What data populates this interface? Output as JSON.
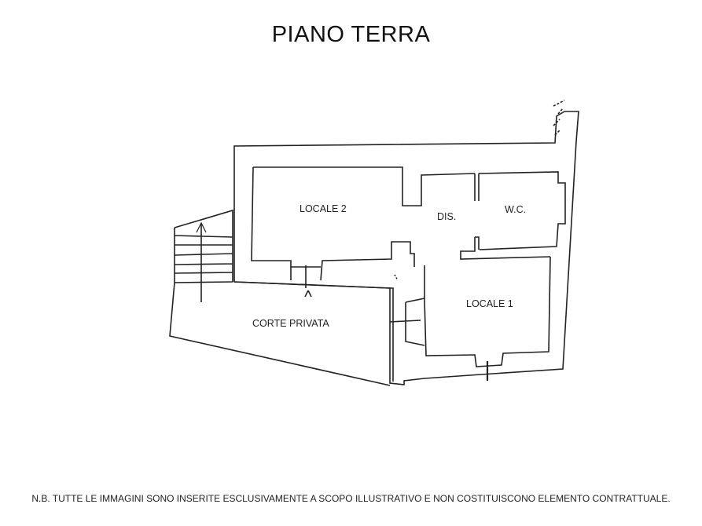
{
  "title": "PIANO TERRA",
  "rooms": [
    {
      "id": "locale-2",
      "label": "LOCALE 2"
    },
    {
      "id": "dis",
      "label": "DIS."
    },
    {
      "id": "wc",
      "label": "W.C."
    },
    {
      "id": "locale-1",
      "label": "LOCALE 1"
    },
    {
      "id": "corte-privata",
      "label": "CORTE PRIVATA"
    }
  ],
  "footer_note": "N.B. TUTTE LE IMMAGINI SONO INSERITE ESCLUSIVAMENTE A SCOPO ILLUSTRATIVO E NON COSTITUISCONO ELEMENTO CONTRATTUALE."
}
